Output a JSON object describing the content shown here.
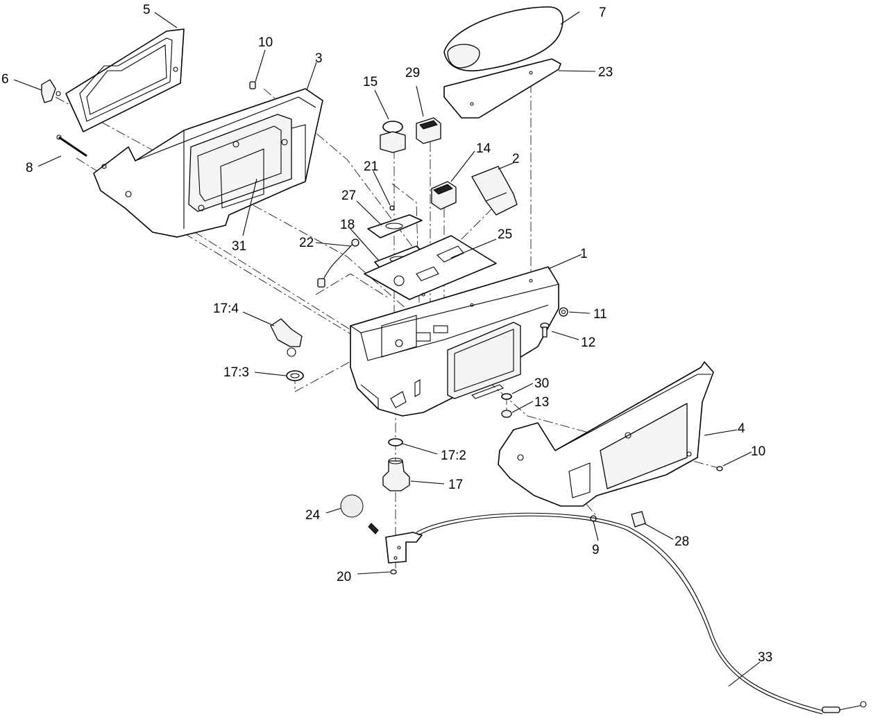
{
  "callouts": [
    {
      "id": "c1",
      "text": "1"
    },
    {
      "id": "c2",
      "text": "2"
    },
    {
      "id": "c3",
      "text": "3"
    },
    {
      "id": "c4",
      "text": "4"
    },
    {
      "id": "c5",
      "text": "5"
    },
    {
      "id": "c6",
      "text": "6"
    },
    {
      "id": "c7",
      "text": "7"
    },
    {
      "id": "c8",
      "text": "8"
    },
    {
      "id": "c9",
      "text": "9"
    },
    {
      "id": "c10a",
      "text": "10"
    },
    {
      "id": "c10b",
      "text": "10"
    },
    {
      "id": "c11",
      "text": "11"
    },
    {
      "id": "c12",
      "text": "12"
    },
    {
      "id": "c13",
      "text": "13"
    },
    {
      "id": "c14",
      "text": "14"
    },
    {
      "id": "c15",
      "text": "15"
    },
    {
      "id": "c17",
      "text": "17"
    },
    {
      "id": "c17_2",
      "text": "17:2"
    },
    {
      "id": "c17_3",
      "text": "17:3"
    },
    {
      "id": "c17_4",
      "text": "17:4"
    },
    {
      "id": "c18",
      "text": "18"
    },
    {
      "id": "c20",
      "text": "20"
    },
    {
      "id": "c21",
      "text": "21"
    },
    {
      "id": "c22",
      "text": "22"
    },
    {
      "id": "c23",
      "text": "23"
    },
    {
      "id": "c24",
      "text": "24"
    },
    {
      "id": "c25",
      "text": "25"
    },
    {
      "id": "c27",
      "text": "27"
    },
    {
      "id": "c28",
      "text": "28"
    },
    {
      "id": "c29",
      "text": "29"
    },
    {
      "id": "c30",
      "text": "30"
    },
    {
      "id": "c31",
      "text": "31"
    },
    {
      "id": "c33",
      "text": "33"
    }
  ]
}
